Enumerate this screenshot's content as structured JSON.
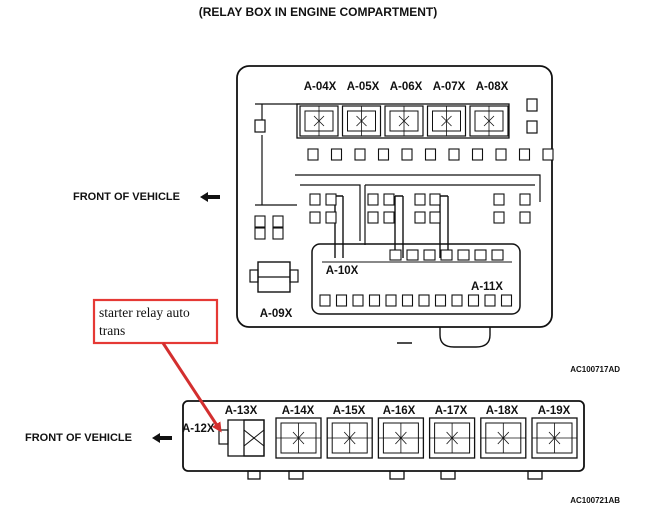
{
  "title": "(RELAY BOX IN ENGINE COMPARTMENT)",
  "upper_box": {
    "top_relays": [
      "A-04X",
      "A-05X",
      "A-06X",
      "A-07X",
      "A-08X"
    ],
    "label_a09": "A-09X",
    "label_a10": "A-10X",
    "label_a11": "A-11X",
    "front_label": "FRONT OF VEHICLE",
    "code": "AC100717AD"
  },
  "lower_box": {
    "relays": [
      "A-13X",
      "A-14X",
      "A-15X",
      "A-16X",
      "A-17X",
      "A-18X",
      "A-19X"
    ],
    "label_a12": "A-12X",
    "front_label": "FRONT OF VEHICLE",
    "code": "AC100721AB"
  },
  "callout": {
    "line1": "starter relay auto",
    "line2": "trans",
    "border_color": "#e53935",
    "arrow_color": "#d32f2f"
  }
}
